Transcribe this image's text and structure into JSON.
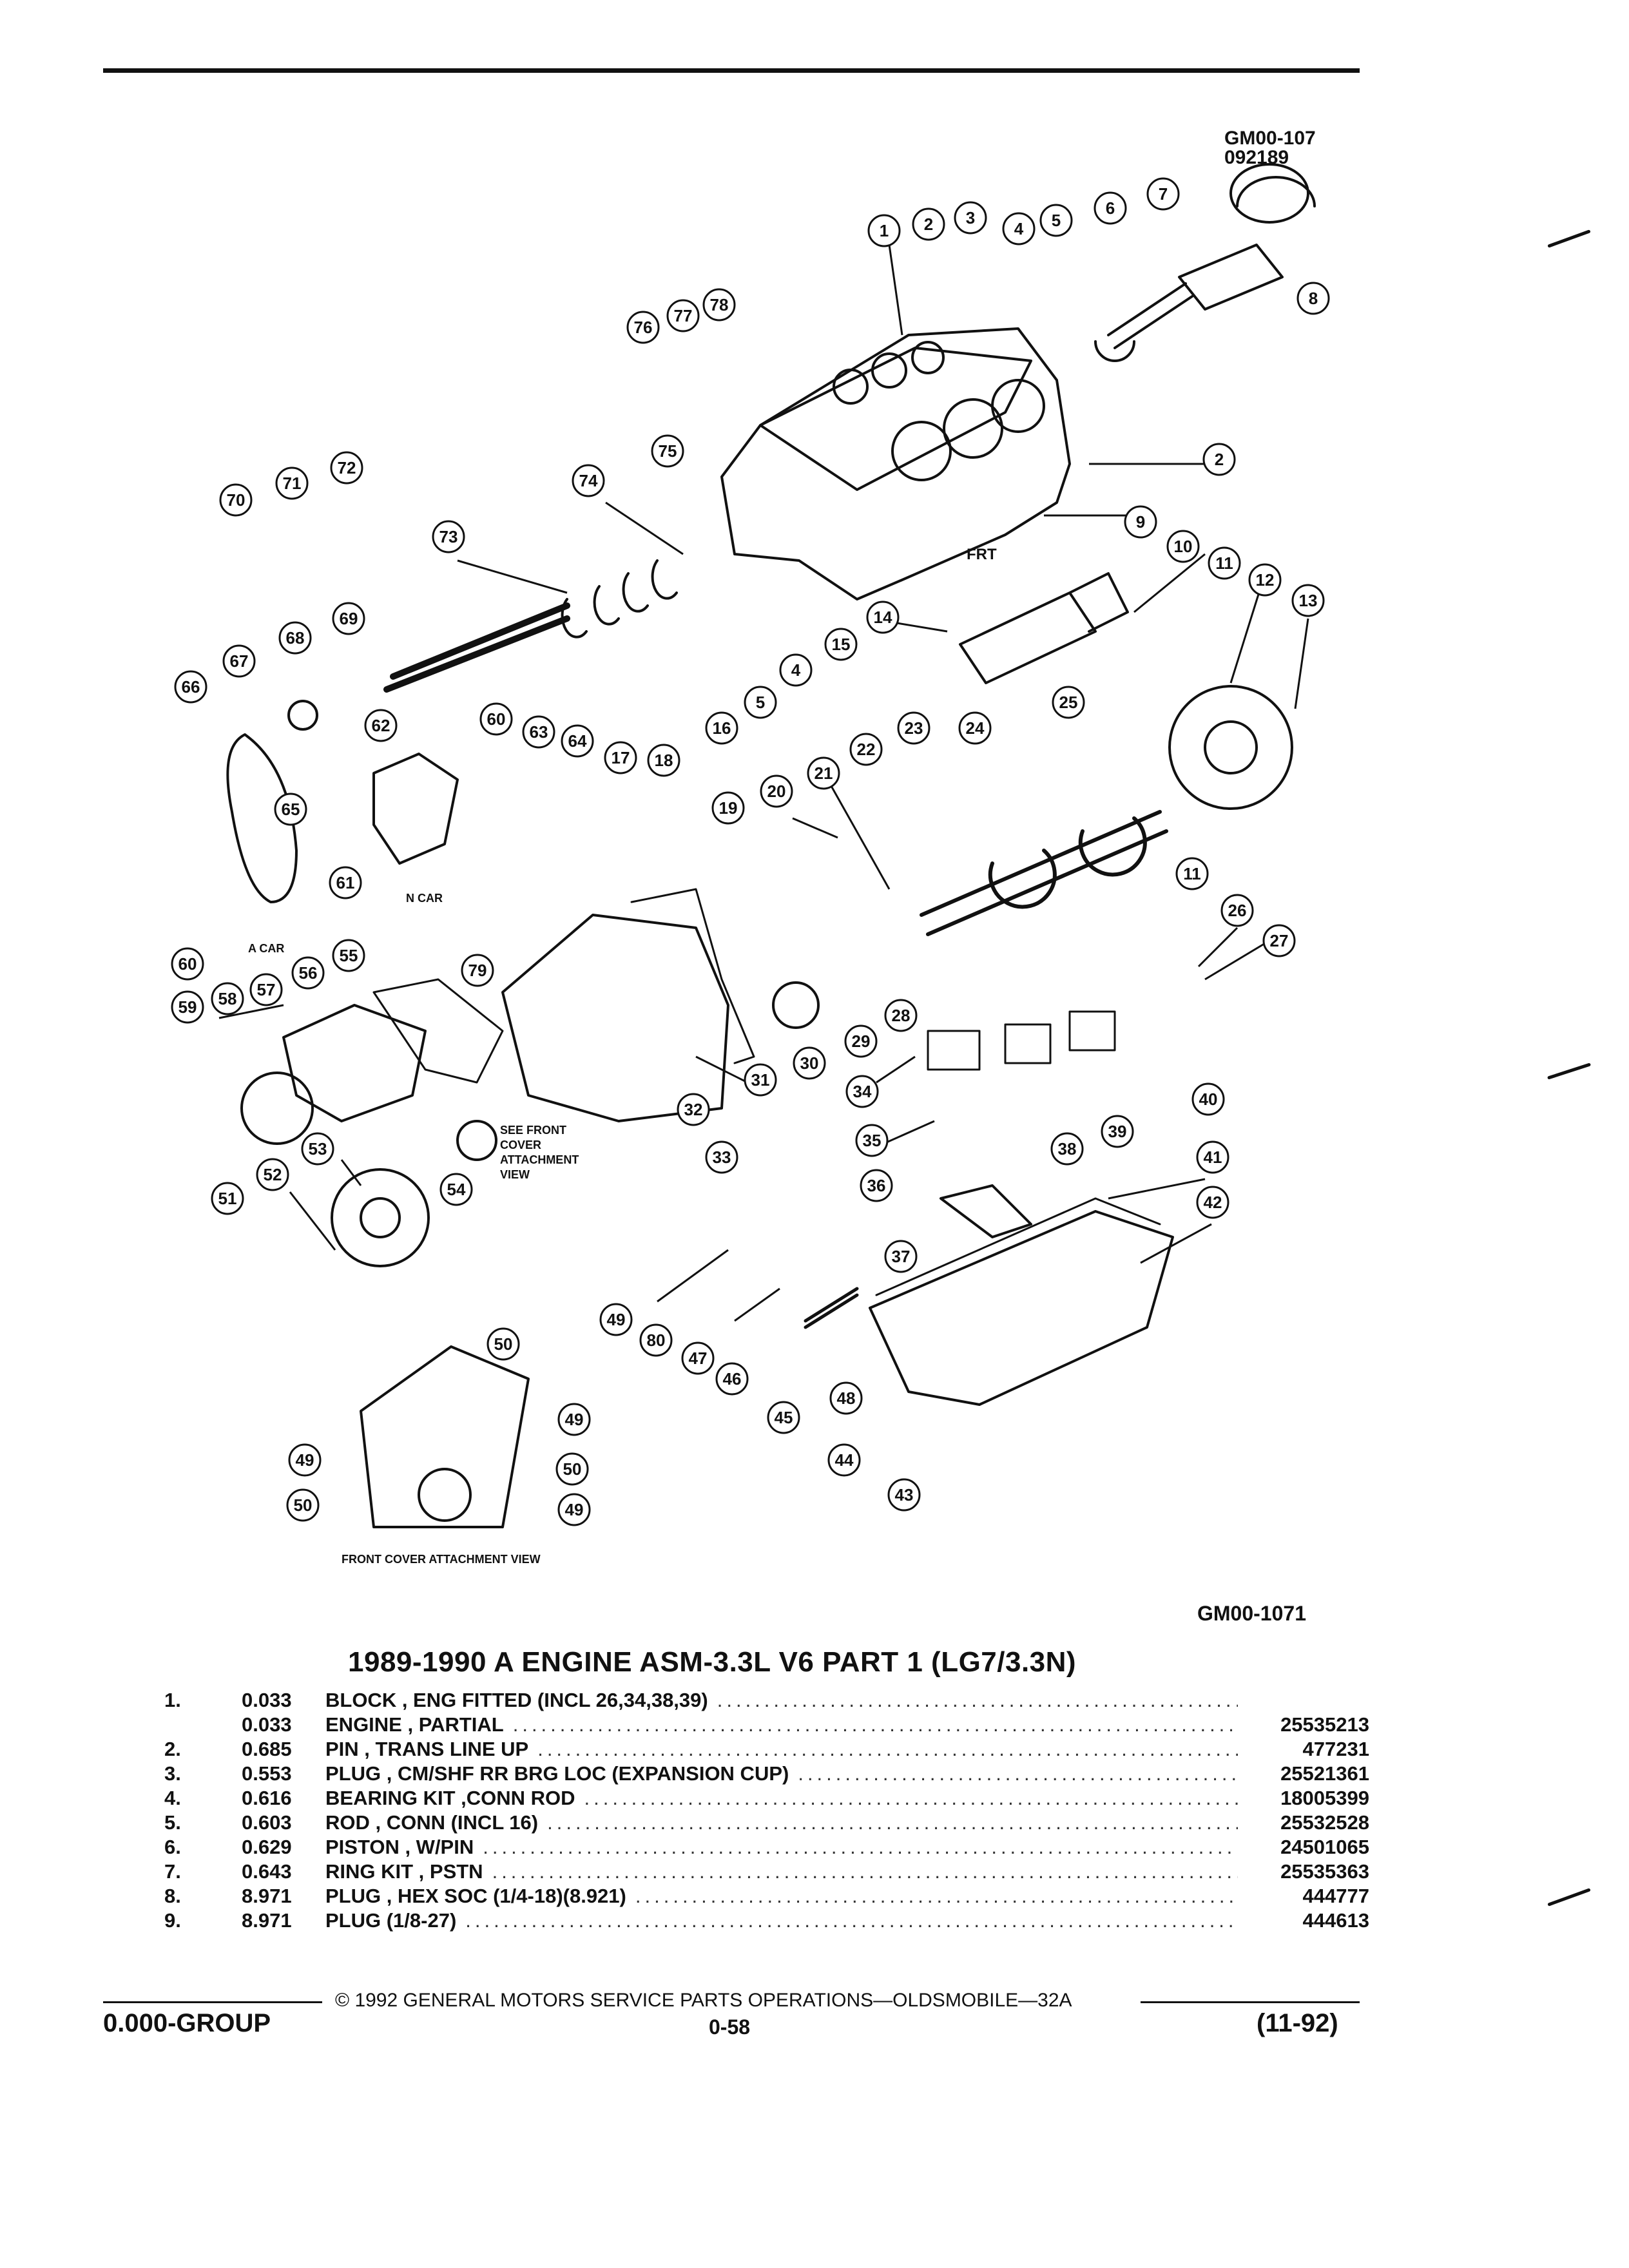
{
  "header": {
    "fig_code": "GM00-107",
    "fig_date": "092189"
  },
  "diagram": {
    "callouts": [
      "1",
      "2",
      "3",
      "4",
      "5",
      "6",
      "7",
      "8",
      "9",
      "10",
      "11",
      "12",
      "13",
      "14",
      "15",
      "16",
      "17",
      "18",
      "19",
      "20",
      "21",
      "22",
      "23",
      "24",
      "25",
      "26",
      "27",
      "28",
      "29",
      "30",
      "31",
      "32",
      "33",
      "34",
      "35",
      "36",
      "37",
      "38",
      "39",
      "40",
      "41",
      "42",
      "43",
      "44",
      "45",
      "46",
      "47",
      "48",
      "49",
      "50",
      "51",
      "52",
      "53",
      "54",
      "55",
      "56",
      "57",
      "58",
      "59",
      "60",
      "61",
      "62",
      "63",
      "64",
      "65",
      "66",
      "67",
      "68",
      "69",
      "70",
      "71",
      "72",
      "73",
      "74",
      "75",
      "76",
      "77",
      "78",
      "79",
      "80"
    ],
    "labels": {
      "frt": "FRT",
      "a_car": "A CAR",
      "n_car": "N CAR",
      "see_front_cover": [
        "SEE FRONT",
        "COVER",
        "ATTACHMENT",
        "VIEW"
      ],
      "front_cover_view": "FRONT COVER ATTACHMENT VIEW"
    },
    "figure_ref": "GM00-1071"
  },
  "title": "1989-1990 A ENGINE ASM-3.3L V6 PART 1 (LG7/3.3N)",
  "parts": [
    {
      "num": "1.",
      "qty": "0.033",
      "desc": "BLOCK , ENG FITTED (INCL 26,34,38,39)",
      "pn": ""
    },
    {
      "num": "",
      "qty": "0.033",
      "desc": "ENGINE , PARTIAL",
      "pn": "25535213"
    },
    {
      "num": "2.",
      "qty": "0.685",
      "desc": "PIN , TRANS LINE UP",
      "pn": "477231"
    },
    {
      "num": "3.",
      "qty": "0.553",
      "desc": "PLUG , CM/SHF RR BRG LOC (EXPANSION CUP)",
      "pn": "25521361"
    },
    {
      "num": "4.",
      "qty": "0.616",
      "desc": "BEARING KIT ,CONN ROD",
      "pn": "18005399"
    },
    {
      "num": "5.",
      "qty": "0.603",
      "desc": "ROD , CONN (INCL 16)",
      "pn": "25532528"
    },
    {
      "num": "6.",
      "qty": "0.629",
      "desc": "PISTON , W/PIN",
      "pn": "24501065"
    },
    {
      "num": "7.",
      "qty": "0.643",
      "desc": "RING KIT , PSTN",
      "pn": "25535363"
    },
    {
      "num": "8.",
      "qty": "8.971",
      "desc": "PLUG , HEX SOC (1/4-18)(8.921)",
      "pn": "444777"
    },
    {
      "num": "9.",
      "qty": "8.971",
      "desc": "PLUG (1/8-27)",
      "pn": "444613"
    }
  ],
  "footer": {
    "copyright": "© 1992 GENERAL MOTORS SERVICE PARTS OPERATIONS—OLDSMOBILE—32A",
    "group": "0.000-GROUP",
    "page": "0-58",
    "date": "(11-92)"
  }
}
